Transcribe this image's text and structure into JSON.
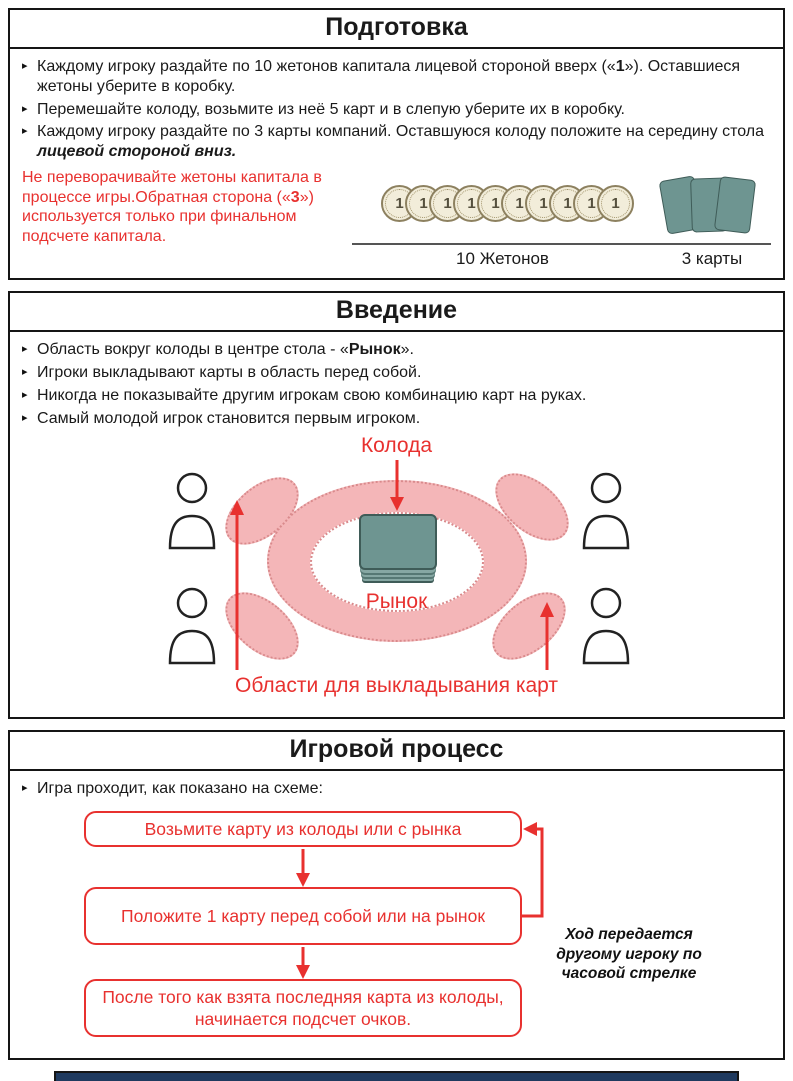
{
  "ui": {
    "bullet_glyph": "▸"
  },
  "colors": {
    "accent_red": "#e8312f",
    "pink": "#f4b6b8",
    "card_teal": "#6e9591",
    "navy": "#1f3a5f"
  },
  "preparation": {
    "title": "Подготовка",
    "b1_pre": "Каждому игроку раздайте по 10 жетонов капитала лицевой стороной вверх («",
    "b1_bold": "1",
    "b1_post": "»). Оставшиеся жетоны уберите в коробку.",
    "b2": "Перемешайте колоду, возьмите из неё 5 карт и в слепую уберите их в коробку.",
    "b3_pre": "Каждому игроку раздайте по 3 карты компаний. Оставшуюся колоду положите на середину стола ",
    "b3_bold": "лицевой стороной вниз.",
    "warning_pre": "Не переворачивайте жетоны капитала в процессе игры.Обратная сторона («",
    "warning_bold": "3",
    "warning_post": "») используется только при финальном подсчете капитала.",
    "token_value": "1",
    "tokens_caption": "10 Жетонов",
    "cards_caption": "3 карты"
  },
  "introduction": {
    "title": "Введение",
    "b1_pre": "Область вокруг колоды в центре стола - «",
    "b1_bold": "Рынок",
    "b1_post": "».",
    "b2": "Игроки выкладывают карты в область перед собой.",
    "b3": "Никогда не показывайте другим игрокам свою комбинацию карт на руках.",
    "b4": "Самый молодой игрок становится первым игроком.",
    "deck_label": "Колода",
    "market_label": "Рынок",
    "areas_label": "Области для выкладывания карт"
  },
  "gameplay": {
    "title": "Игровой процесс",
    "intro": "Игра проходит, как показано на схеме:",
    "step1": "Возьмите карту из колоды или с рынка",
    "step2": "Положите 1 карту перед собой или на рынок",
    "step3": "После того как взята последняя карта из колоды, начинается подсчет очков.",
    "loop_note": "Ход передается другому игроку по часовой стрелке"
  }
}
